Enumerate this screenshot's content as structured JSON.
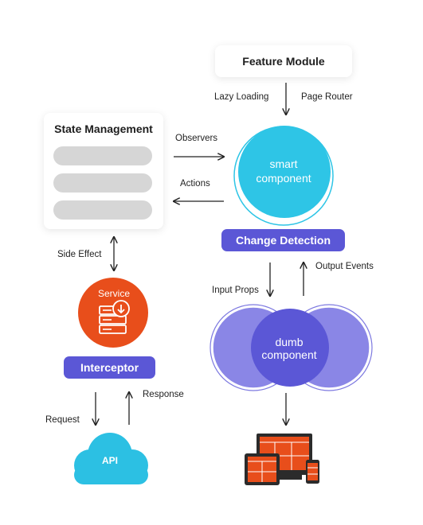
{
  "feature_module": {
    "title": "Feature Module"
  },
  "labels": {
    "lazy_loading": "Lazy Loading",
    "page_router": "Page Router",
    "observers": "Observers",
    "actions": "Actions",
    "side_effect": "Side Effect",
    "input_props": "Input Props",
    "output_events": "Output Events",
    "request": "Request",
    "response": "Response"
  },
  "state_management": {
    "title": "State Management"
  },
  "smart_component": {
    "line1": "smart",
    "line2": "component"
  },
  "change_detection": {
    "label": "Change Detection"
  },
  "dumb_component": {
    "line1": "dumb",
    "line2": "component"
  },
  "service": {
    "label": "Service"
  },
  "interceptor": {
    "label": "Interceptor"
  },
  "api": {
    "label": "API"
  },
  "colors": {
    "smart_cyan": "#2ec5e6",
    "purple": "#5b57d6",
    "light_purple": "#8a86e6",
    "service_orange": "#e84e1b",
    "api_blue": "#2cc0e3",
    "device_dark": "#2b2b2b",
    "device_red": "#e84e1b"
  }
}
